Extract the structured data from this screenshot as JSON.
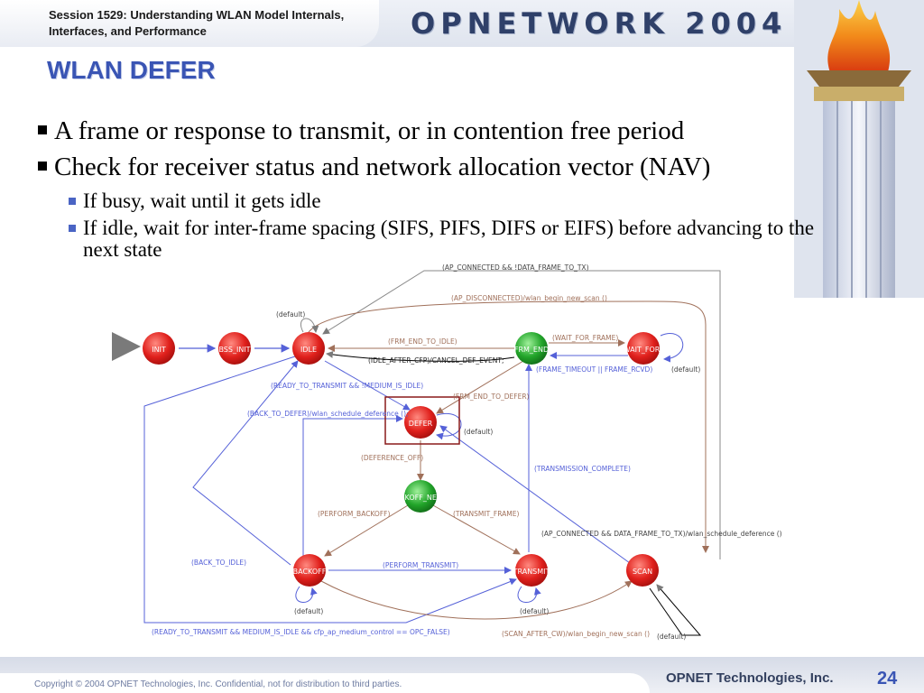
{
  "header": {
    "session_title": "Session 1529: Understanding WLAN Model Internals, Interfaces, and Performance",
    "logo": "OPNETWORK 2004"
  },
  "slide": {
    "title": "WLAN DEFER",
    "bullets": [
      {
        "text": "A frame or response to transmit, or in contention free period",
        "level": 1
      },
      {
        "text": "Check for receiver status and network allocation vector (NAV)",
        "level": 1
      },
      {
        "text": "If busy, wait until it gets idle",
        "level": 2
      },
      {
        "text": "If idle, wait for inter-frame spacing (SIFS, PIFS, DIFS or EIFS) before advancing to the next state",
        "level": 2
      }
    ]
  },
  "diagram": {
    "states": {
      "init": "INIT",
      "bss_init": "BSS_INIT",
      "idle": "IDLE",
      "frm_end": "FRM_END",
      "wait_for": "WAIT_FOR_",
      "defer": "DEFER",
      "bkoff_need": "BKOFF_NEE",
      "backoff": "BACKOFF",
      "transmit": "TRANSMIT",
      "scan": "SCAN"
    },
    "transitions": {
      "ap_connected_top": "(AP_CONNECTED && !DATA_FRAME_TO_TX)",
      "ap_disconnected": "(AP_DISCONNECTED)/wlan_begin_new_scan ()",
      "idle_default": "(default)",
      "frm_end_to_idle": "(FRM_END_TO_IDLE)",
      "wait_for_frame": "(WAIT_FOR_FRAME)",
      "idle_after_cfp": "(IDLE_AFTER_CFP)/CANCEL_DEF_EVENT;",
      "frame_timeout": "(FRAME_TIMEOUT || FRAME_RCVD)",
      "wait_for_default": "(default)",
      "ready_to_transmit": "(READY_TO_TRANSMIT && !MEDIUM_IS_IDLE)",
      "frm_end_to_defer": "(FRM_END_TO_DEFER)",
      "back_to_defer": "(BACK_TO_DEFER)/wlan_schedule_deference ();",
      "defer_default": "(default)",
      "deference_off": "(DEFERENCE_OFF)",
      "transmission_complete": "(TRANSMISSION_COMPLETE)",
      "perform_backoff": "(PERFORM_BACKOFF)",
      "transmit_frame": "(TRANSMIT_FRAME)",
      "ap_connected_scan": "(AP_CONNECTED && DATA_FRAME_TO_TX)/wlan_schedule_deference ()",
      "back_to_idle": "(BACK_TO_IDLE)",
      "perform_transmit": "(PERFORM_TRANSMIT)",
      "backoff_default": "(default)",
      "transmit_default": "(default)",
      "ready_medium_idle": "(READY_TO_TRANSMIT && MEDIUM_IS_IDLE && cfp_ap_medium_control == OPC_FALSE)",
      "scan_after_cw": "(SCAN_AFTER_CW)/wlan_begin_new_scan ()",
      "scan_default": "(default)"
    }
  },
  "footer": {
    "copyright": "Copyright © 2004 OPNET Technologies, Inc.  Confidential, not for distribution to third parties.",
    "company": "OPNET Technologies, Inc.",
    "page": "24"
  },
  "colors": {
    "title": "#3a55b4",
    "red_state": "#e0201c",
    "green_state": "#22a52a",
    "arrow_blue": "#5561d8",
    "arrow_brown": "#a0705a",
    "arrow_gray": "#8a8a8a"
  }
}
